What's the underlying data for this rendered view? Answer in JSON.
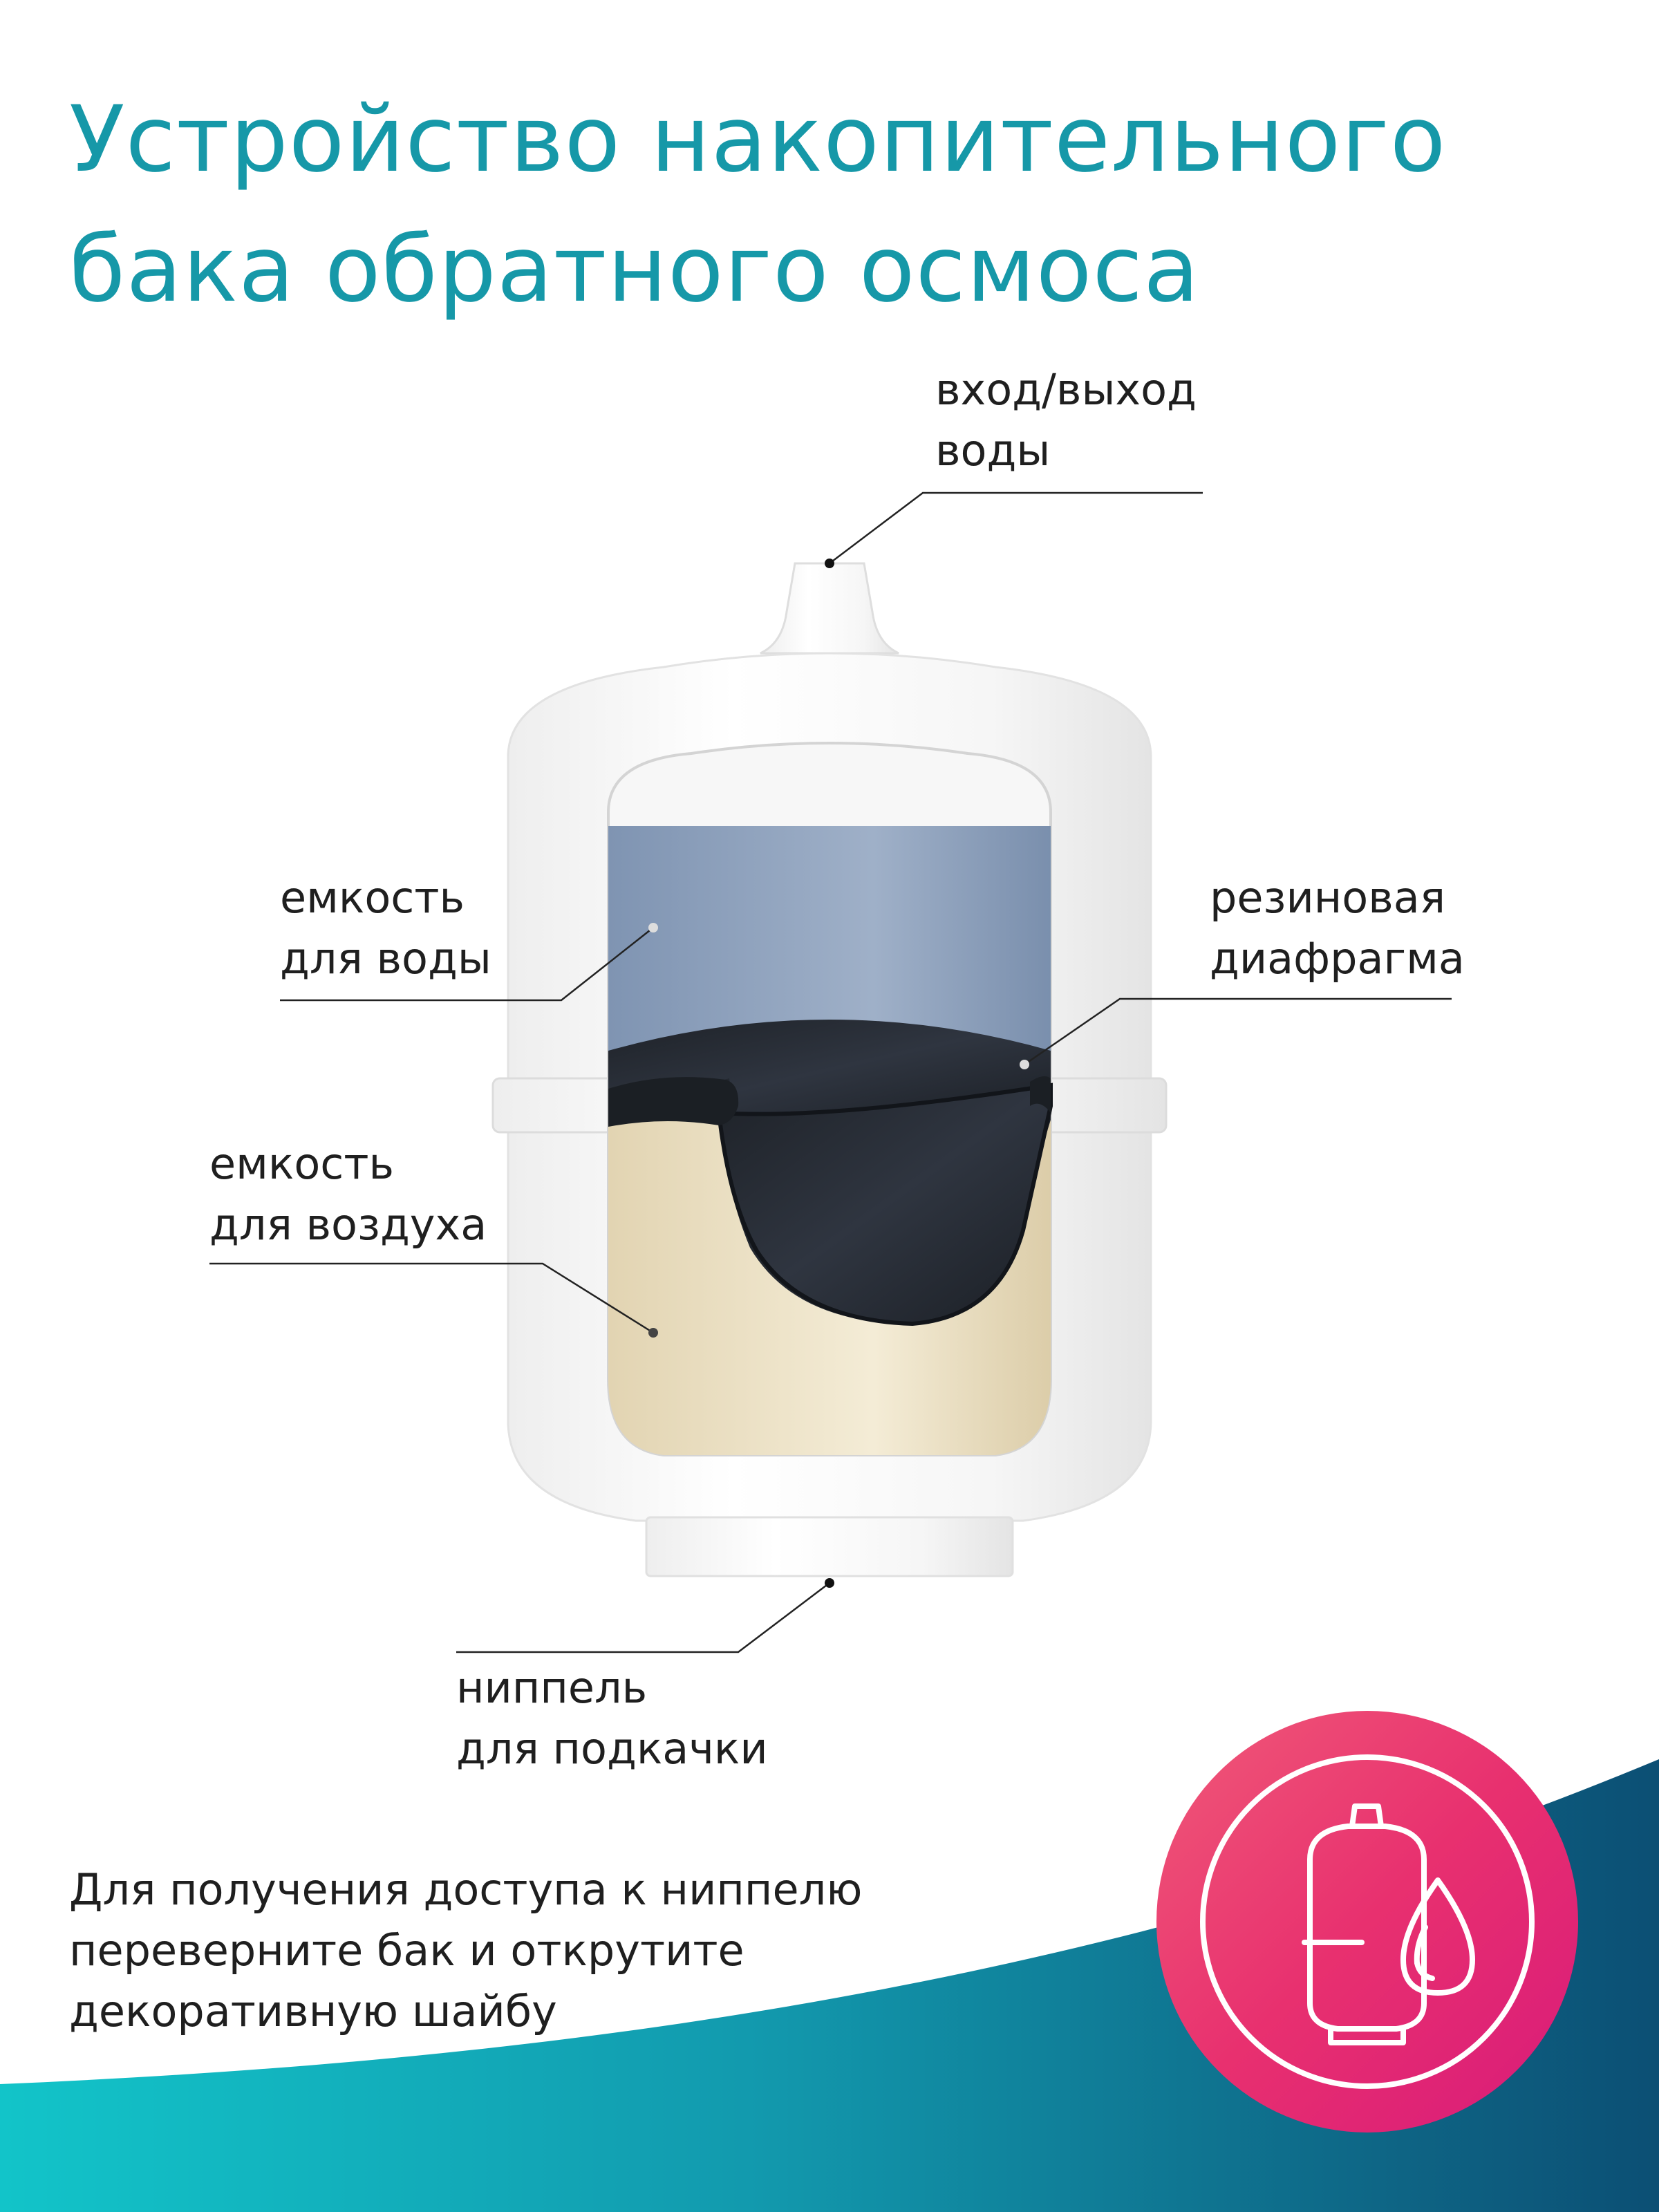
{
  "title": {
    "line1": "Устройство накопительного",
    "line2": "бака обратного осмоса"
  },
  "labels": {
    "inlet": {
      "line1": "вход/выход",
      "line2": "воды"
    },
    "water": {
      "line1": "емкость",
      "line2": "для воды"
    },
    "diaphragm": {
      "line1": "резиновая",
      "line2": "диафрагма"
    },
    "air": {
      "line1": "емкость",
      "line2": "для воздуха"
    },
    "nipple": {
      "line1": "ниппель",
      "line2": "для подкачки"
    }
  },
  "note": {
    "line1": "Для получения доступа к ниппелю",
    "line2": "переверните бак и открутите",
    "line3": "декоративную шайбу"
  },
  "colors": {
    "accent": "#1698a8",
    "text": "#1f1f1f",
    "water": "#8ea2bd",
    "air": "#ebdfc2",
    "diaphragm": "#2a2f37",
    "badge": "#ea2d76"
  },
  "icons": {
    "badge": "tank-water-drop-icon"
  }
}
